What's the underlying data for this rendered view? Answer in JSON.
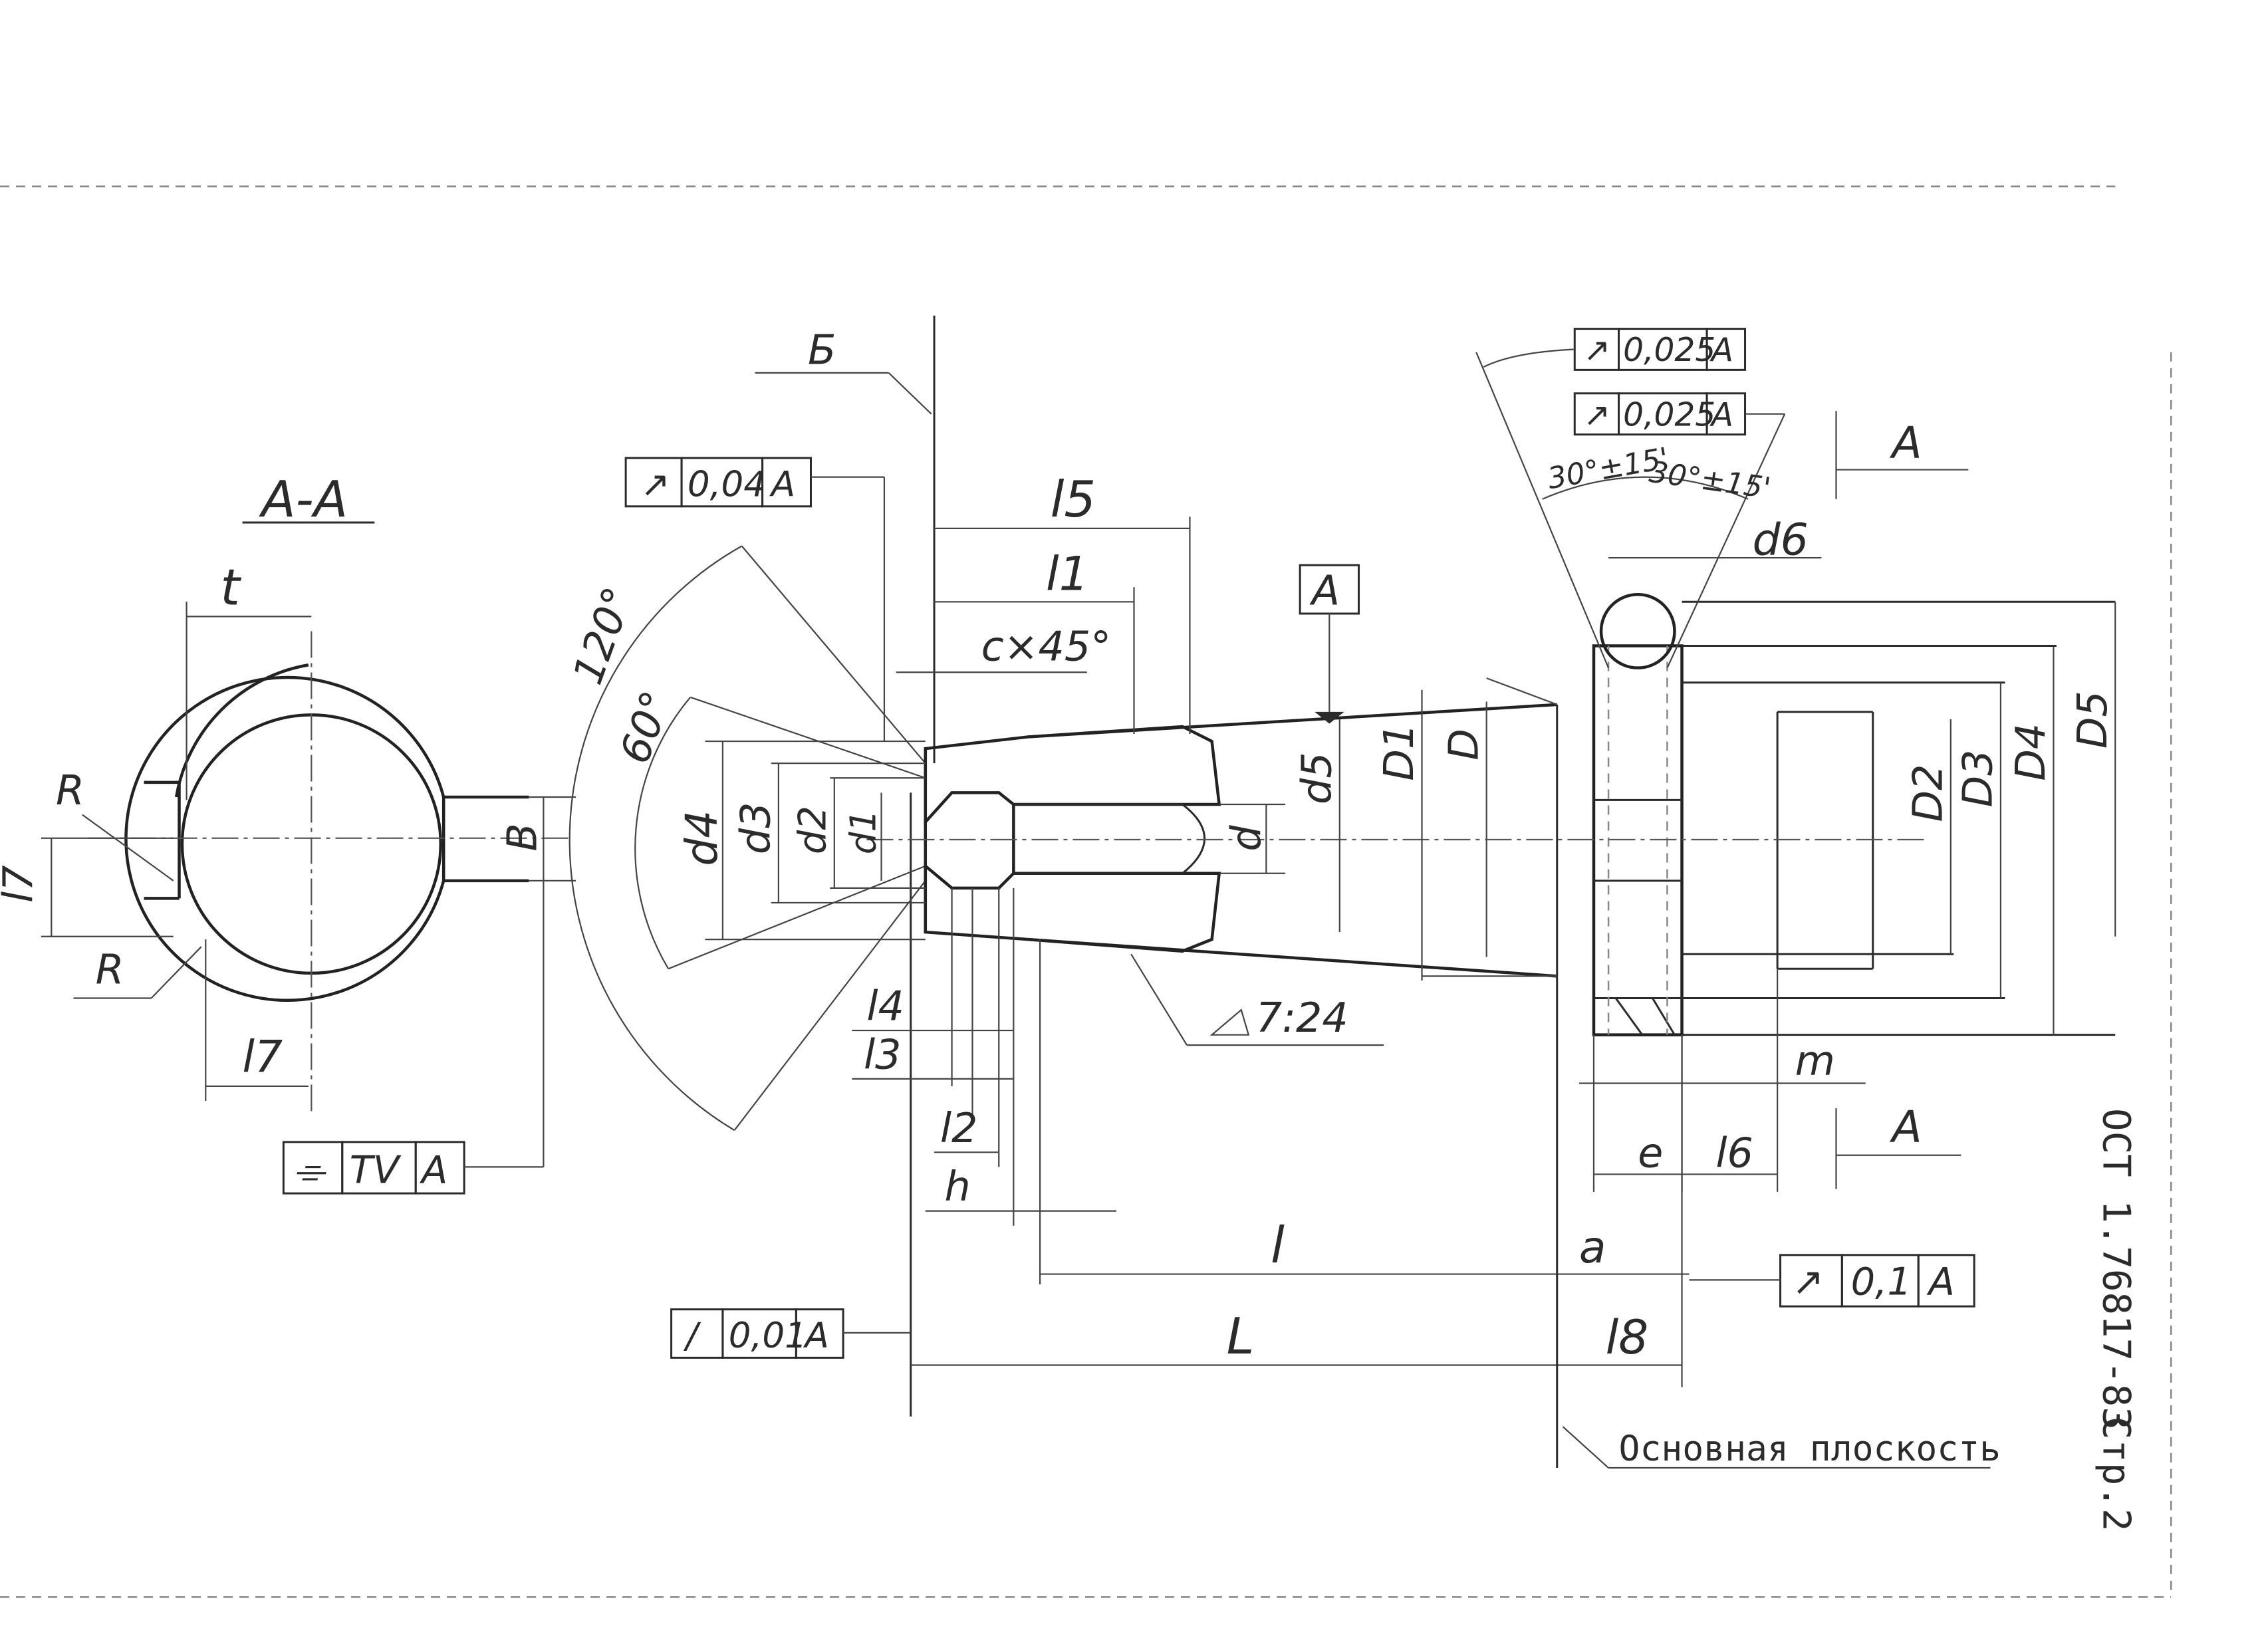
{
  "section_title": "А-А",
  "datum_flag": "А",
  "cut_arrow_top": "А",
  "cut_arrow_bottom": "А",
  "view_b": "Б",
  "standard_id": "ОСТ 1.76817-83",
  "page": "Стр.2",
  "basic_plane": "Основная плоскость",
  "taper_note": "7:24",
  "chamfer": "c×45°",
  "angle_outer": "120°",
  "angle_inner": "60°",
  "angle_left": "30°±15'",
  "angle_right": "30°±15'",
  "frames": {
    "f1": {
      "sym": "↗",
      "val": "0,04",
      "ref": "А"
    },
    "f2": {
      "sym": "↗",
      "val": "0,025",
      "ref": "А"
    },
    "f3": {
      "sym": "↗",
      "val": "0,025",
      "ref": "А"
    },
    "f4": {
      "sym": "↗",
      "val": "0,1",
      "ref": "А"
    },
    "f5": {
      "sym": "/",
      "val": "0,01",
      "ref": "А"
    },
    "f6": {
      "sym": "⌯",
      "val": "TV",
      "ref": "А"
    }
  },
  "dims": {
    "t": "t",
    "R1": "R",
    "R2": "R",
    "l7a": "l7",
    "l7b": "l7",
    "B": "B",
    "l5": "l5",
    "l1": "l1",
    "d4": "d4",
    "d3": "d3",
    "d2": "d2",
    "d1": "d1",
    "d": "d",
    "d5": "d5",
    "D1": "D1",
    "D": "D",
    "d6": "d6",
    "D2": "D2",
    "D3": "D3",
    "D4": "D4",
    "D5": "D5",
    "l4": "l4",
    "l3": "l3",
    "l2": "l2",
    "h": "h",
    "m": "m",
    "e": "e",
    "l6": "l6",
    "l": "l",
    "a": "a",
    "L": "L",
    "l8": "l8"
  },
  "colors": {
    "ink": "#2b2b2b",
    "paper": "#ffffff"
  }
}
